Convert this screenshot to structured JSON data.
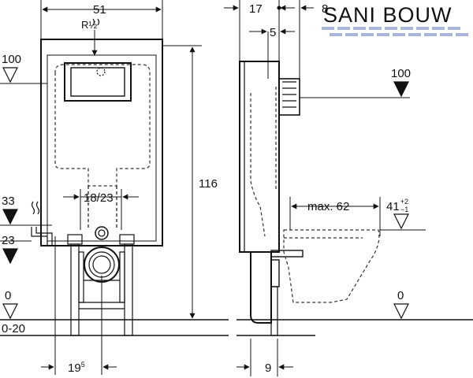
{
  "brand": {
    "logo_text": "SANI BOUW",
    "logo_color": "#2f56b8",
    "stripe_color": "#a8b6dc"
  },
  "front_view": {
    "width_label": "51",
    "connection_label": "R½",
    "height_label": "116",
    "pipe_spacing_label": "18/23",
    "bottom_offset_main": "19",
    "bottom_offset_sup": "5",
    "level_labels": {
      "top": "100",
      "mid_upper": "33",
      "mid_lower": "23",
      "floor": "0",
      "floor_range": "0-20"
    }
  },
  "side_view": {
    "depth_label": "17",
    "offset_label_8": "8",
    "offset_label_5": "5",
    "top_level_label": "100",
    "reach_label": "max. 62",
    "seat_height_main": "41",
    "seat_height_tol_top": "+2",
    "seat_height_tol_bottom": "−1",
    "floor_label": "0",
    "foot_label": "9"
  },
  "colors": {
    "line": "#111111",
    "dashed": "#333333",
    "fill_frame": "#ffffff"
  }
}
